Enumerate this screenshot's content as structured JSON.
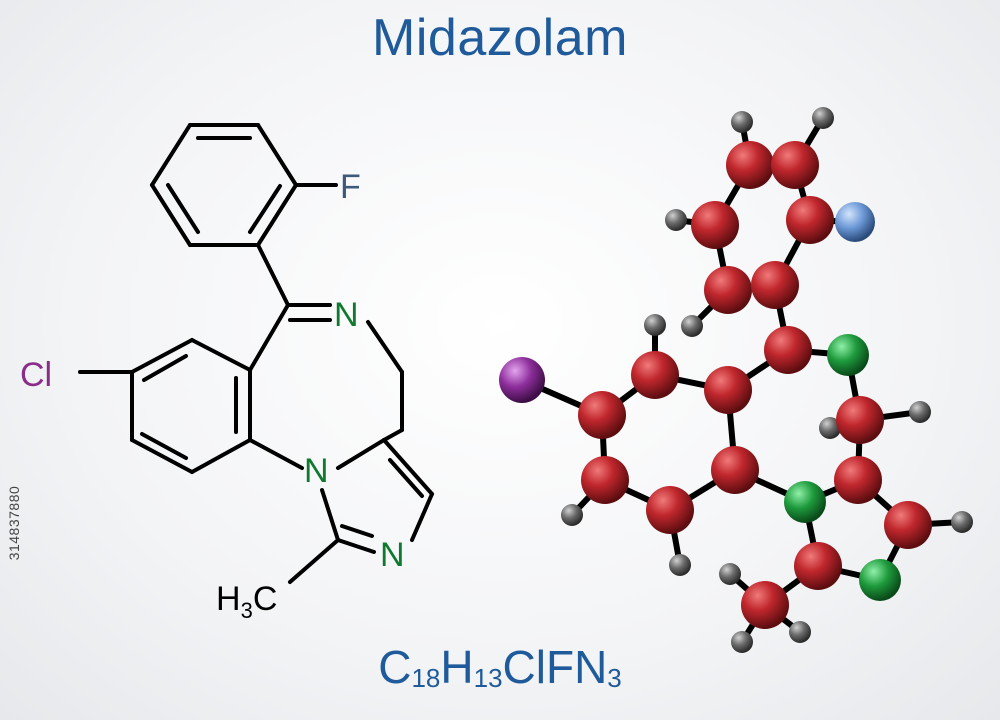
{
  "title": "Midazolam",
  "formula": {
    "parts": [
      {
        "text": "C",
        "sub": "18"
      },
      {
        "text": "H",
        "sub": "13"
      },
      {
        "text": "ClFN",
        "sub": "3"
      }
    ]
  },
  "stock_id": "314837880",
  "structure": {
    "labels": {
      "fluorine": "F",
      "chlorine": "Cl",
      "imine_n": "N",
      "imidazole_n1": "N",
      "imidazole_n2": "N",
      "methyl_h": "H",
      "methyl_sub": "3",
      "methyl_c": "C"
    }
  },
  "colors": {
    "title": "#1f5a9a",
    "bond": "#000000",
    "nitrogen_label": "#0f7a2e",
    "chlorine_label": "#8a2c8a",
    "fluorine_label": "#3d5a7a",
    "carbon_atom": "#c0272d",
    "hydrogen_atom": "#5a5a5a",
    "nitrogen_atom": "#1e9a3c",
    "chlorine_atom": "#8e2e9c",
    "fluorine_atom": "#6d9ad8"
  }
}
